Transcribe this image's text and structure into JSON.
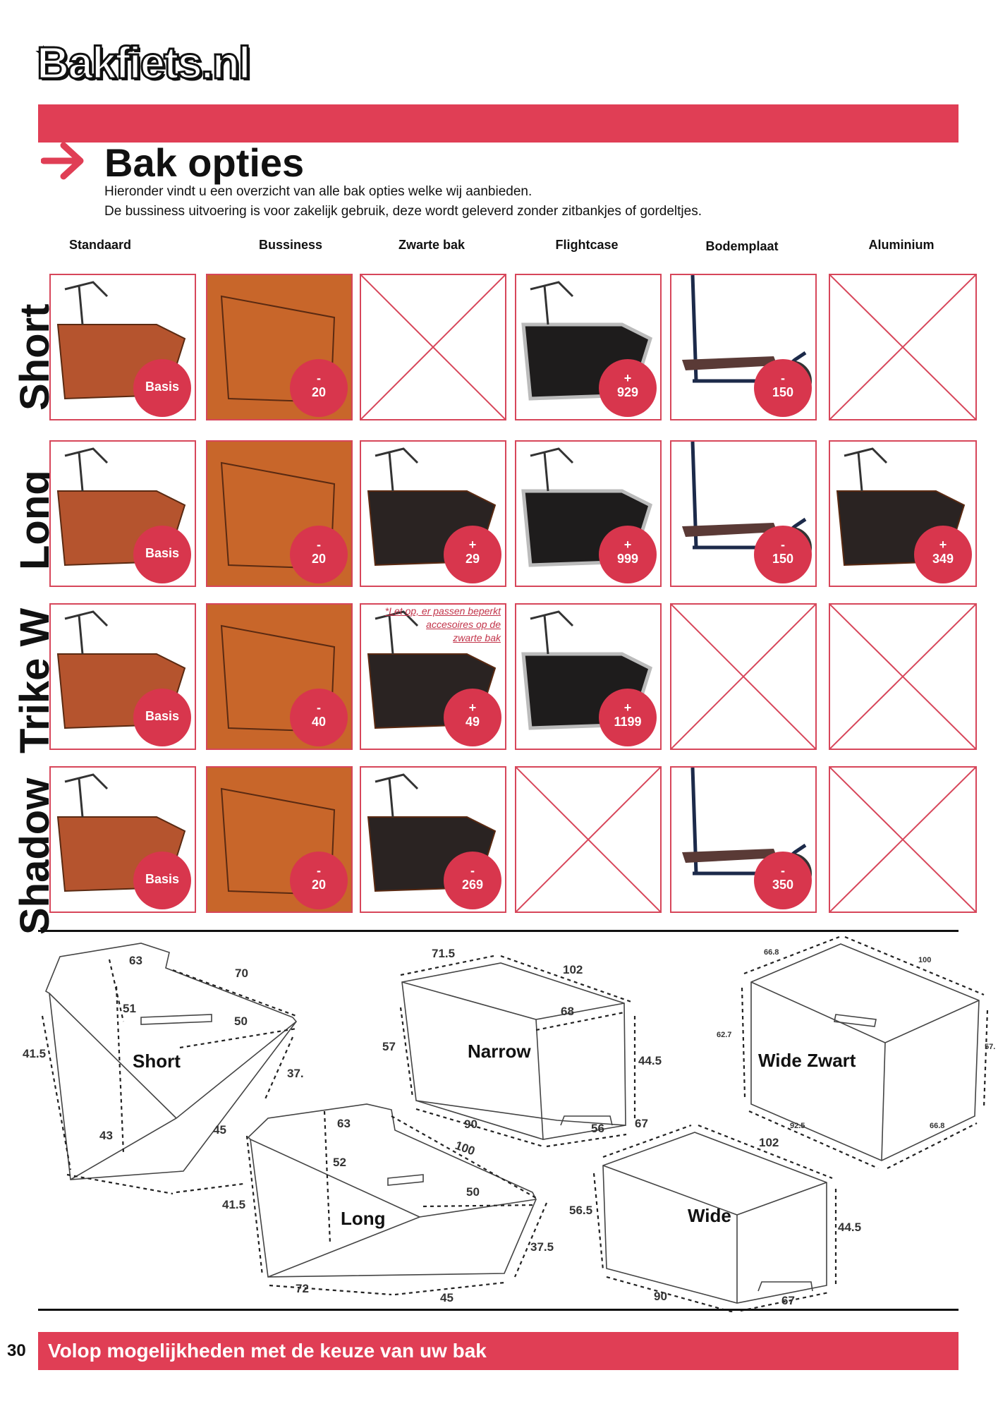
{
  "brand": {
    "logo_text": "Bakfiets.nl"
  },
  "header": {
    "title": "Bak opties",
    "intro_lines": [
      "Hieronder vindt u een overzicht van alle bak opties welke wij aanbieden.",
      "De bussiness uitvoering is voor zakelijk gebruik, deze wordt geleverd zonder zitbankjes of gordeltjes."
    ]
  },
  "columns": [
    "Standaard",
    "Bussiness",
    "Zwarte bak",
    "Flightcase",
    "Bodemplaat",
    "Aluminium"
  ],
  "rows": [
    {
      "label": "Short",
      "cells": [
        {
          "badge_sign": "",
          "badge_value": "Basis"
        },
        {
          "badge_sign": "-",
          "badge_value": "20"
        },
        {
          "badge_sign": "",
          "badge_value": ""
        },
        {
          "badge_sign": "+",
          "badge_value": "929"
        },
        {
          "badge_sign": "-",
          "badge_value": "150"
        },
        {
          "badge_sign": "",
          "badge_value": ""
        }
      ]
    },
    {
      "label": "Long",
      "cells": [
        {
          "badge_sign": "",
          "badge_value": "Basis"
        },
        {
          "badge_sign": "-",
          "badge_value": "20"
        },
        {
          "badge_sign": "+",
          "badge_value": "29"
        },
        {
          "badge_sign": "+",
          "badge_value": "999"
        },
        {
          "badge_sign": "-",
          "badge_value": "150"
        },
        {
          "badge_sign": "+",
          "badge_value": "349"
        }
      ]
    },
    {
      "label": "Trike W",
      "cells": [
        {
          "badge_sign": "",
          "badge_value": "Basis"
        },
        {
          "badge_sign": "-",
          "badge_value": "40"
        },
        {
          "badge_sign": "+",
          "badge_value": "49"
        },
        {
          "badge_sign": "+",
          "badge_value": "1199"
        },
        {
          "badge_sign": "",
          "badge_value": ""
        },
        {
          "badge_sign": "",
          "badge_value": ""
        }
      ]
    },
    {
      "label": "Shadow",
      "cells": [
        {
          "badge_sign": "",
          "badge_value": "Basis"
        },
        {
          "badge_sign": "-",
          "badge_value": "20"
        },
        {
          "badge_sign": "-",
          "badge_value": "269"
        },
        {
          "badge_sign": "",
          "badge_value": ""
        },
        {
          "badge_sign": "-",
          "badge_value": "350"
        },
        {
          "badge_sign": "",
          "badge_value": ""
        }
      ]
    }
  ],
  "trike_note": [
    "*Let op, er passen beperkt",
    "accesoires op de",
    "zwarte bak"
  ],
  "diagrams": {
    "short": {
      "label": "Short",
      "dims": [
        "63",
        "70",
        "51",
        "50",
        "41.5",
        "37.",
        "43",
        "45"
      ]
    },
    "narrow": {
      "label": "Narrow",
      "dims": [
        "71.5",
        "102",
        "68",
        "57",
        "44.5",
        "90",
        "56"
      ]
    },
    "wide_zwart": {
      "label": "Wide Zwart",
      "dims": [
        "66.8",
        "100",
        "62.7",
        "57.",
        "92.5",
        "66.8"
      ]
    },
    "long": {
      "label": "Long",
      "dims": [
        "63",
        "100",
        "52",
        "50",
        "41.5",
        "37.5",
        "72",
        "45"
      ]
    },
    "wide": {
      "label": "Wide",
      "dims": [
        "67",
        "102",
        "56.5",
        "44.5",
        "90",
        "67"
      ]
    }
  },
  "footer": {
    "page_number": "30",
    "text": "Volop mogelijkheden met de keuze van uw bak"
  },
  "colors": {
    "accent": "#e03e55",
    "badge": "#d8364d",
    "cell_border": "#d7465a"
  }
}
